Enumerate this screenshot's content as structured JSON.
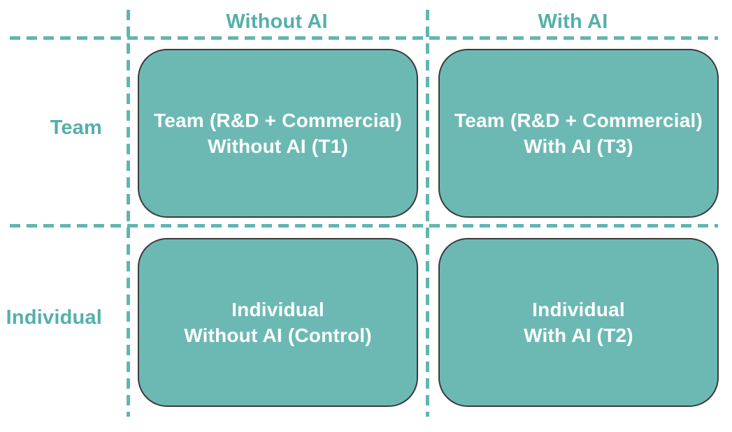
{
  "matrix": {
    "type": "2x2-quadrant-diagram",
    "columns": [
      {
        "label": "Without AI"
      },
      {
        "label": "With AI"
      }
    ],
    "rows": [
      {
        "label": "Team"
      },
      {
        "label": "Individual"
      }
    ],
    "cells": [
      {
        "row": "Team",
        "column": "Without AI",
        "line1": "Team (R&D + Commercial)",
        "line2": "Without AI (T1)"
      },
      {
        "row": "Team",
        "column": "With AI",
        "line1": "Team (R&D + Commercial)",
        "line2": "With AI (T3)"
      },
      {
        "row": "Individual",
        "column": "Without AI",
        "line1": "Individual",
        "line2": "Without AI (Control)"
      },
      {
        "row": "Individual",
        "column": "With AI",
        "line1": "Individual",
        "line2": "With AI (T2)"
      }
    ],
    "colors": {
      "accent_text": "#54B0AB",
      "dashed_line": "#60B6B1",
      "cell_fill": "#6CB9B4",
      "cell_border": "#3A3A3A",
      "cell_text": "#FFFFFF",
      "background": "#FFFFFF"
    }
  }
}
